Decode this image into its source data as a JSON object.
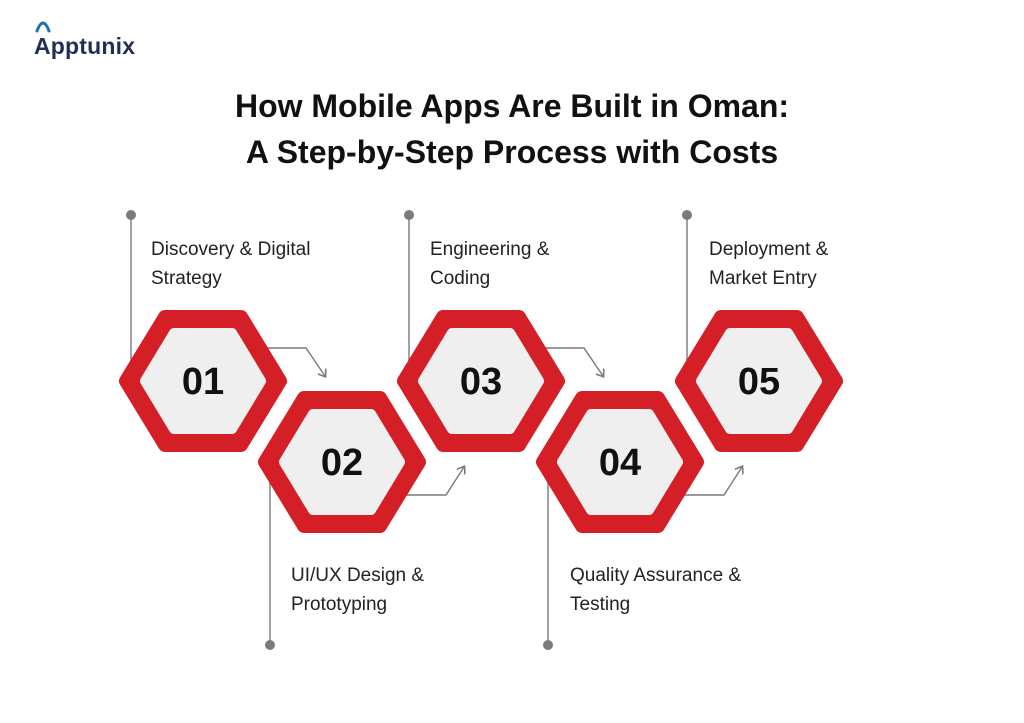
{
  "brand": {
    "logo_text": "Apptunix",
    "logo_color": "#1f2f56"
  },
  "title": {
    "line1": "How Mobile Apps Are Built in Oman:",
    "line2": "A Step-by-Step Process with Costs"
  },
  "colors": {
    "hex_outer": "#d51f26",
    "hex_inner": "#efefef",
    "connector": "#7a7a7a"
  },
  "steps": [
    {
      "number": "01",
      "label_line1": "Discovery & Digital",
      "label_line2": "Strategy"
    },
    {
      "number": "02",
      "label_line1": "UI/UX Design &",
      "label_line2": "Prototyping"
    },
    {
      "number": "03",
      "label_line1": "Engineering &",
      "label_line2": "Coding"
    },
    {
      "number": "04",
      "label_line1": "Quality Assurance &",
      "label_line2": "Testing"
    },
    {
      "number": "05",
      "label_line1": "Deployment &",
      "label_line2": "Market Entry"
    }
  ]
}
